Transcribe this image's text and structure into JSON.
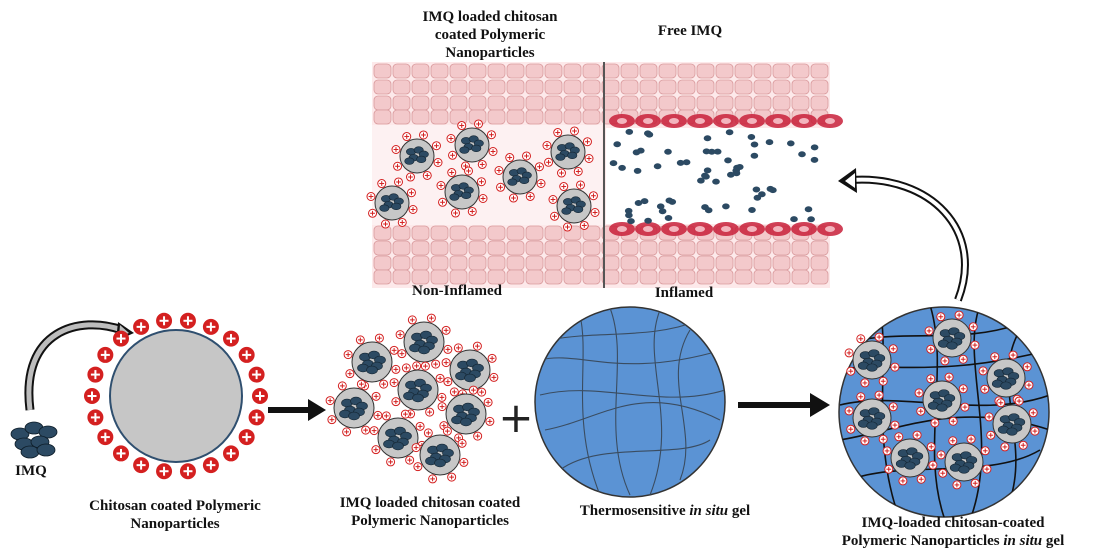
{
  "labels": {
    "top_left": [
      "IMQ loaded chitosan",
      "coated Polymeric",
      "Nanoparticles"
    ],
    "top_right": "Free IMQ",
    "non_inflamed": "Non-Inflamed",
    "inflamed": "Inflamed",
    "imq": "IMQ",
    "chitosan_np": [
      "Chitosan coated Polymeric",
      "Nanoparticles"
    ],
    "loaded_np": [
      "IMQ loaded chitosan coated",
      "Polymeric Nanoparticles"
    ],
    "gel": {
      "pre": "Thermosensitive ",
      "italic": "in situ",
      "post": " gel"
    },
    "final": {
      "line1": "IMQ-loaded chitosan-coated",
      "line2_pre": "Polymeric Nanoparticles ",
      "line2_italic": "in situ",
      "line2_post": " gel"
    },
    "plus": "+"
  },
  "colors": {
    "tissue": "#f3c9cb",
    "tissue_line": "#d99a9d",
    "np_core": "#c7c7c7",
    "drug": "#2c4a63",
    "charge": "#d42020",
    "gel": "#5b93d4",
    "gel_line": "#28384a",
    "inflamed_cell": "#c8203a"
  }
}
